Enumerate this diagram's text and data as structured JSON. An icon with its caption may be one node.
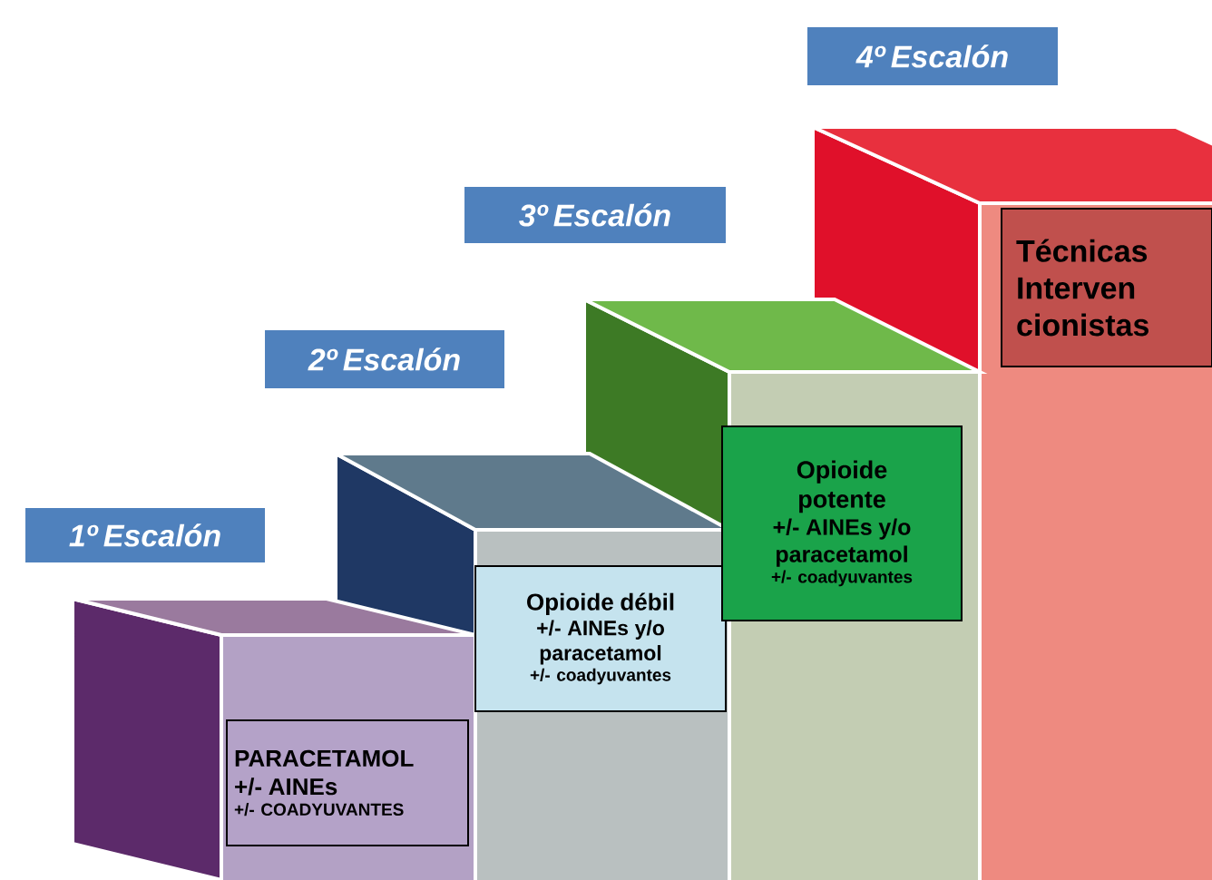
{
  "diagram": {
    "nodes": [
      {
        "text": [
          "1º Escalón"
        ]
      },
      {
        "text": [
          "2º Escalón"
        ]
      },
      {
        "text": [
          "3º Escalón"
        ]
      },
      {
        "text": [
          "4º Escalón"
        ]
      },
      {
        "text": [
          "PARACETAMOL",
          "+/- AINEs",
          "+/- COADYUVANTES"
        ]
      },
      {
        "text": [
          "Opioide débil",
          "+/- AINEs y/o paracetamol",
          "+/- coadyuvantes"
        ]
      },
      {
        "text": [
          "Opioide potente",
          "+/- AINEs y/o paracetamol",
          "+/- coadyuvantes"
        ]
      },
      {
        "text": [
          "Técnicas Interven cionistas"
        ]
      }
    ]
  }
}
